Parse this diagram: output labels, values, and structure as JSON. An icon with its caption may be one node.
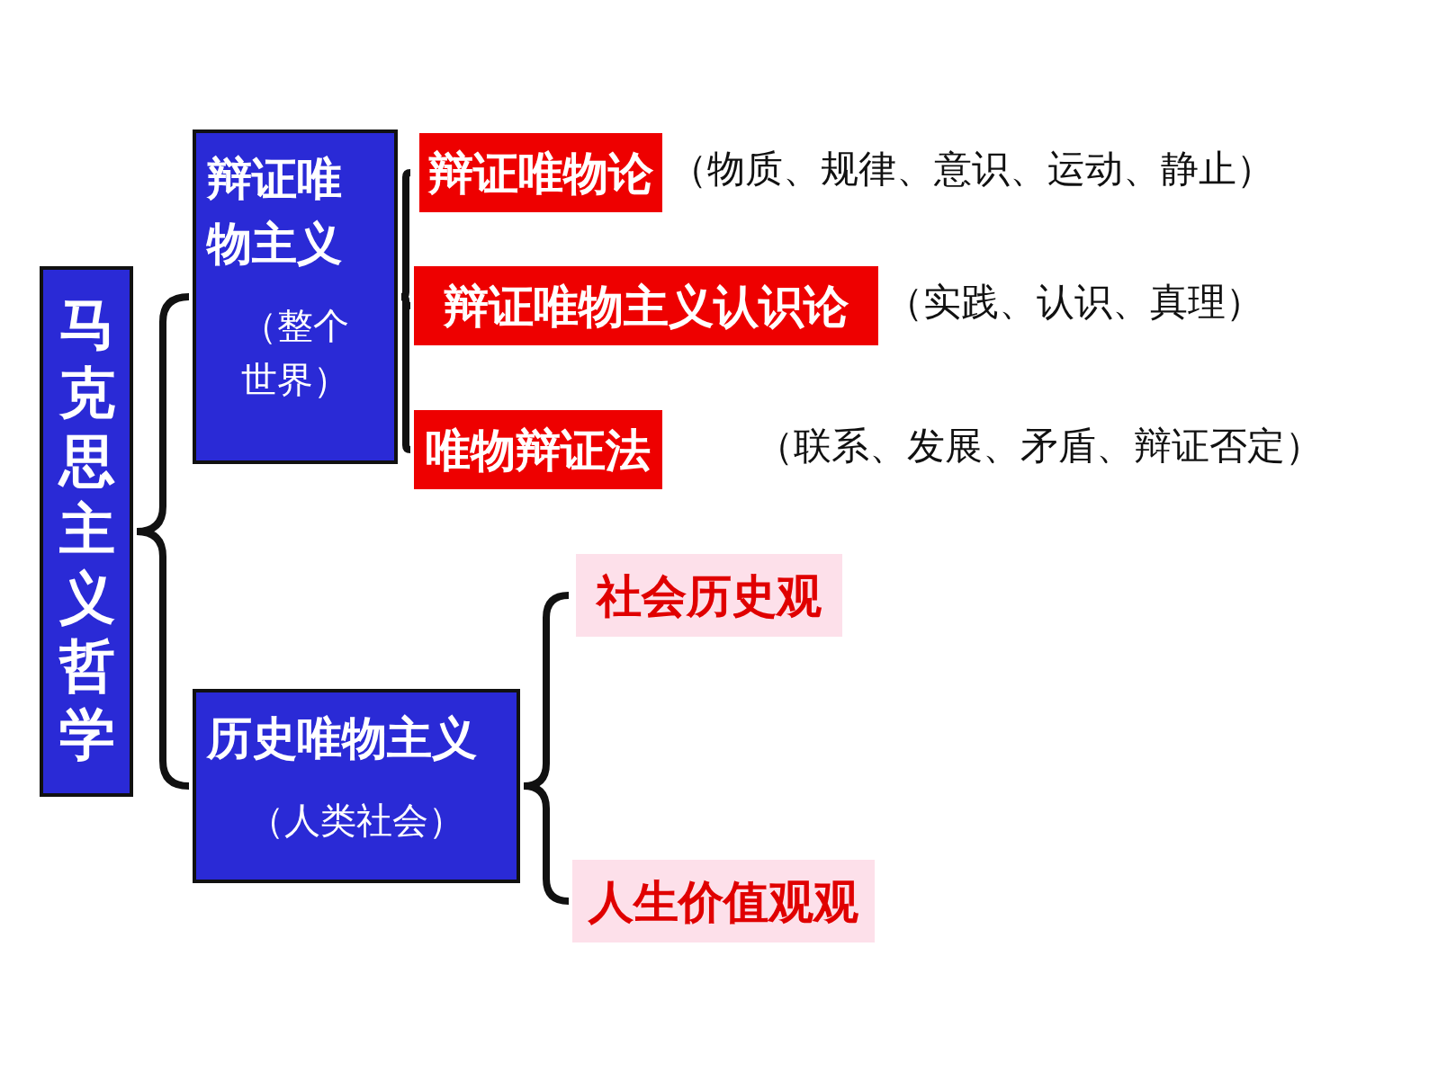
{
  "diagram": {
    "nodes": [
      {
        "text": [
          "马克思主义哲学"
        ]
      },
      {
        "text": [
          "辩证唯物主义",
          "（整个世界）"
        ]
      },
      {
        "text": [
          "辩证唯物论"
        ],
        "beside": [
          "（物质、规律、意识、运动、静止）"
        ]
      },
      {
        "text": [
          "辩证唯物主义认识论"
        ],
        "beside": [
          "（实践、认识、真理）"
        ]
      },
      {
        "text": [
          "唯物辩证法"
        ],
        "beside": [
          "（联系、发展、矛盾、辩证否定）"
        ]
      },
      {
        "text": [
          "历史唯物主义",
          "（人类社会）"
        ]
      },
      {
        "text": [
          "社会历史观"
        ]
      },
      {
        "text": [
          "人生价值观观"
        ]
      }
    ],
    "edges": [
      {
        "from": 0,
        "to": 1,
        "arrow": "none"
      },
      {
        "from": 0,
        "to": 5,
        "arrow": "none"
      },
      {
        "from": 1,
        "to": 2,
        "arrow": "none"
      },
      {
        "from": 1,
        "to": 3,
        "arrow": "none"
      },
      {
        "from": 1,
        "to": 4,
        "arrow": "none"
      },
      {
        "from": 5,
        "to": 6,
        "arrow": "none"
      },
      {
        "from": 5,
        "to": 7,
        "arrow": "none"
      }
    ]
  }
}
